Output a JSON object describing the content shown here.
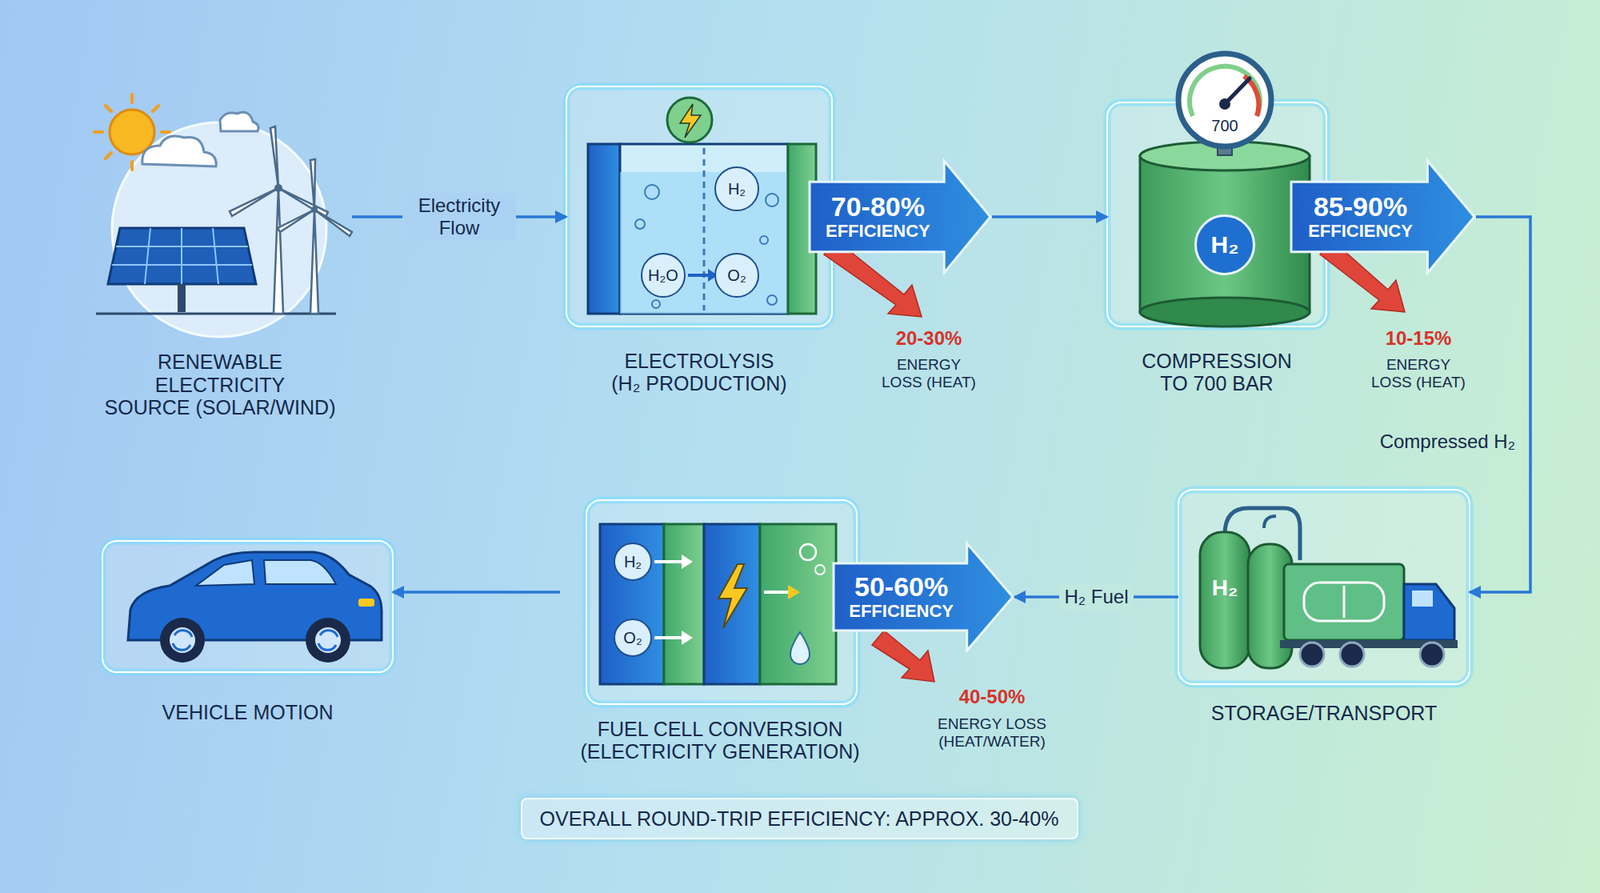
{
  "diagram": {
    "nodes": [
      {
        "text": [
          "RENEWABLE ELECTRICITY SOURCE (SOLAR/WIND)"
        ]
      },
      {
        "text": [
          "ELECTROLYSIS (H₂ PRODUCTION)"
        ]
      },
      {
        "text": [
          "H₂"
        ],
        "in": 1
      },
      {
        "text": [
          "H₂O"
        ],
        "in": 1
      },
      {
        "text": [
          "O₂"
        ],
        "in": 1
      },
      {
        "text": [
          "70-80%",
          "EFFICIENCY"
        ]
      },
      {
        "text": [
          "COMPRESSION TO 700 BAR"
        ]
      },
      {
        "text": [
          "700"
        ],
        "in": 6
      },
      {
        "text": [
          "H₂"
        ],
        "in": 6
      },
      {
        "text": [
          "85-90%",
          "EFFICIENCY"
        ]
      },
      {
        "text": [
          "STORAGE/TRANSPORT"
        ]
      },
      {
        "text": [
          "50-60%",
          "EFFICIENCY"
        ]
      },
      {
        "text": [
          "FUEL CELL CONVERSION (ELECTRICITY GENERATION)"
        ]
      },
      {
        "text": [
          "H₂"
        ],
        "in": 12
      },
      {
        "text": [
          "O₂"
        ],
        "in": 12
      },
      {
        "text": [
          "VEHICLE MOTION"
        ]
      },
      {
        "text": [
          "OVERALL ROUND-TRIP EFFICIENCY: APPROX. 30-40%"
        ]
      }
    ],
    "edges": [
      {
        "from": 0,
        "to": 1,
        "arrow": "to",
        "label": "Electricity Flow"
      },
      {
        "from": 5,
        "to": 6,
        "arrow": "to"
      },
      {
        "from": 9,
        "to": 10,
        "arrow": "to",
        "label": "Compressed H₂"
      },
      {
        "from": 10,
        "to": 11,
        "arrow": "to",
        "label": "H₂ Fuel"
      },
      {
        "from": 12,
        "to": 15,
        "arrow": "to"
      }
    ],
    "labels": [
      "20-30%",
      "ENERGY LOSS (HEAT)",
      "10-15%",
      "ENERGY LOSS (HEAT)",
      "H₂",
      "40-50%",
      "ENERGY LOSS (HEAT/WATER)"
    ]
  }
}
